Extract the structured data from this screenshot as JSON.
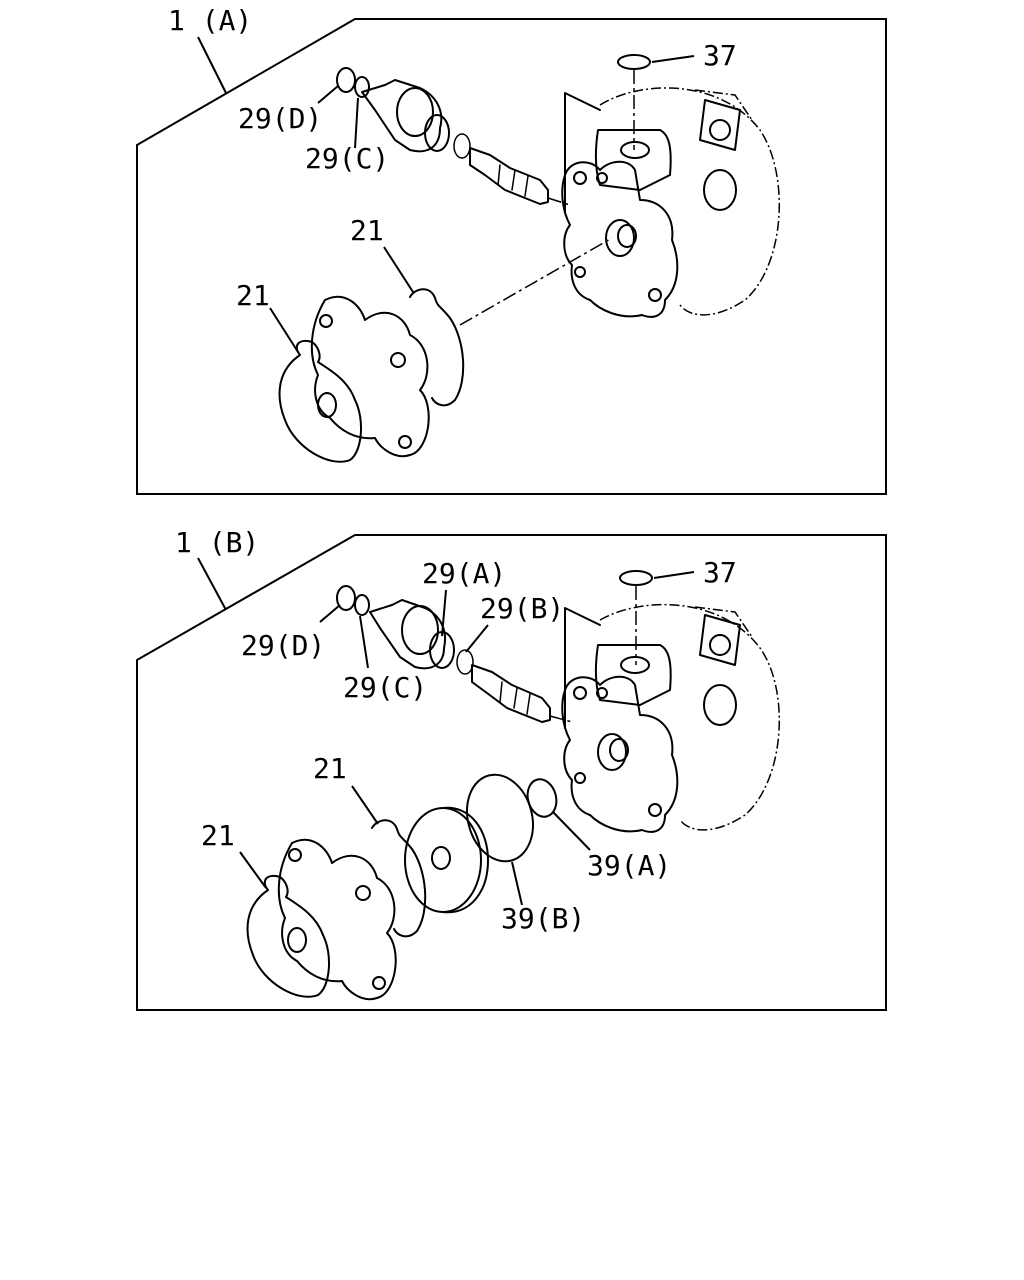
{
  "panels": [
    {
      "kit": "1 (A)",
      "labels": {
        "p37": "37",
        "p29d": "29(D)",
        "p29c": "29(C)",
        "p21a": "21",
        "p21b": "21"
      }
    },
    {
      "kit": "1 (B)",
      "labels": {
        "p37": "37",
        "p29a": "29(A)",
        "p29b": "29(B)",
        "p29d": "29(D)",
        "p29c": "29(C)",
        "p21a": "21",
        "p21b": "21",
        "p39a": "39(A)",
        "p39b": "39(B)"
      }
    }
  ]
}
